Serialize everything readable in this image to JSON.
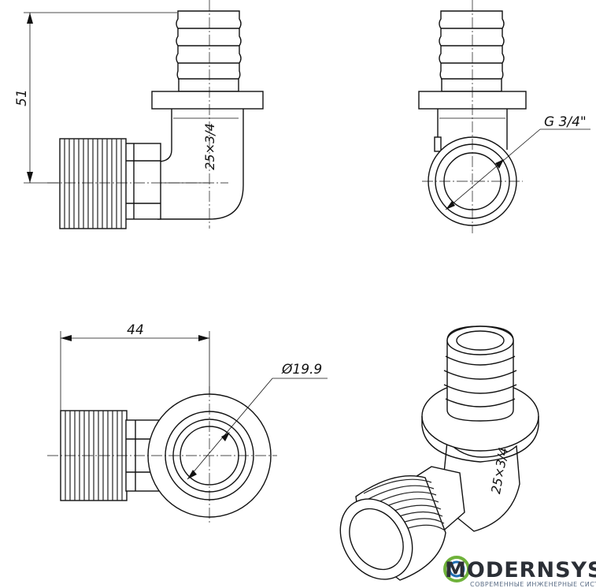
{
  "views": {
    "front": {
      "dimension_height": "51",
      "marking": "25×3/4"
    },
    "side": {
      "thread_label": "G 3/4\""
    },
    "top": {
      "dimension_length": "44",
      "diameter_label": "Ø19.9"
    },
    "iso": {
      "marking": "25×3/4"
    }
  },
  "logo": {
    "name": "MODERNSYS",
    "tagline": "СОВРЕМЕННЫЕ ИНЖЕНЕРНЫЕ СИСТЕМЫ",
    "colors": {
      "ring_outer": "#6fb23a",
      "ring_inner": "#1f6fb4",
      "text": "#2b2f36",
      "tagline": "#5b6d86"
    }
  }
}
